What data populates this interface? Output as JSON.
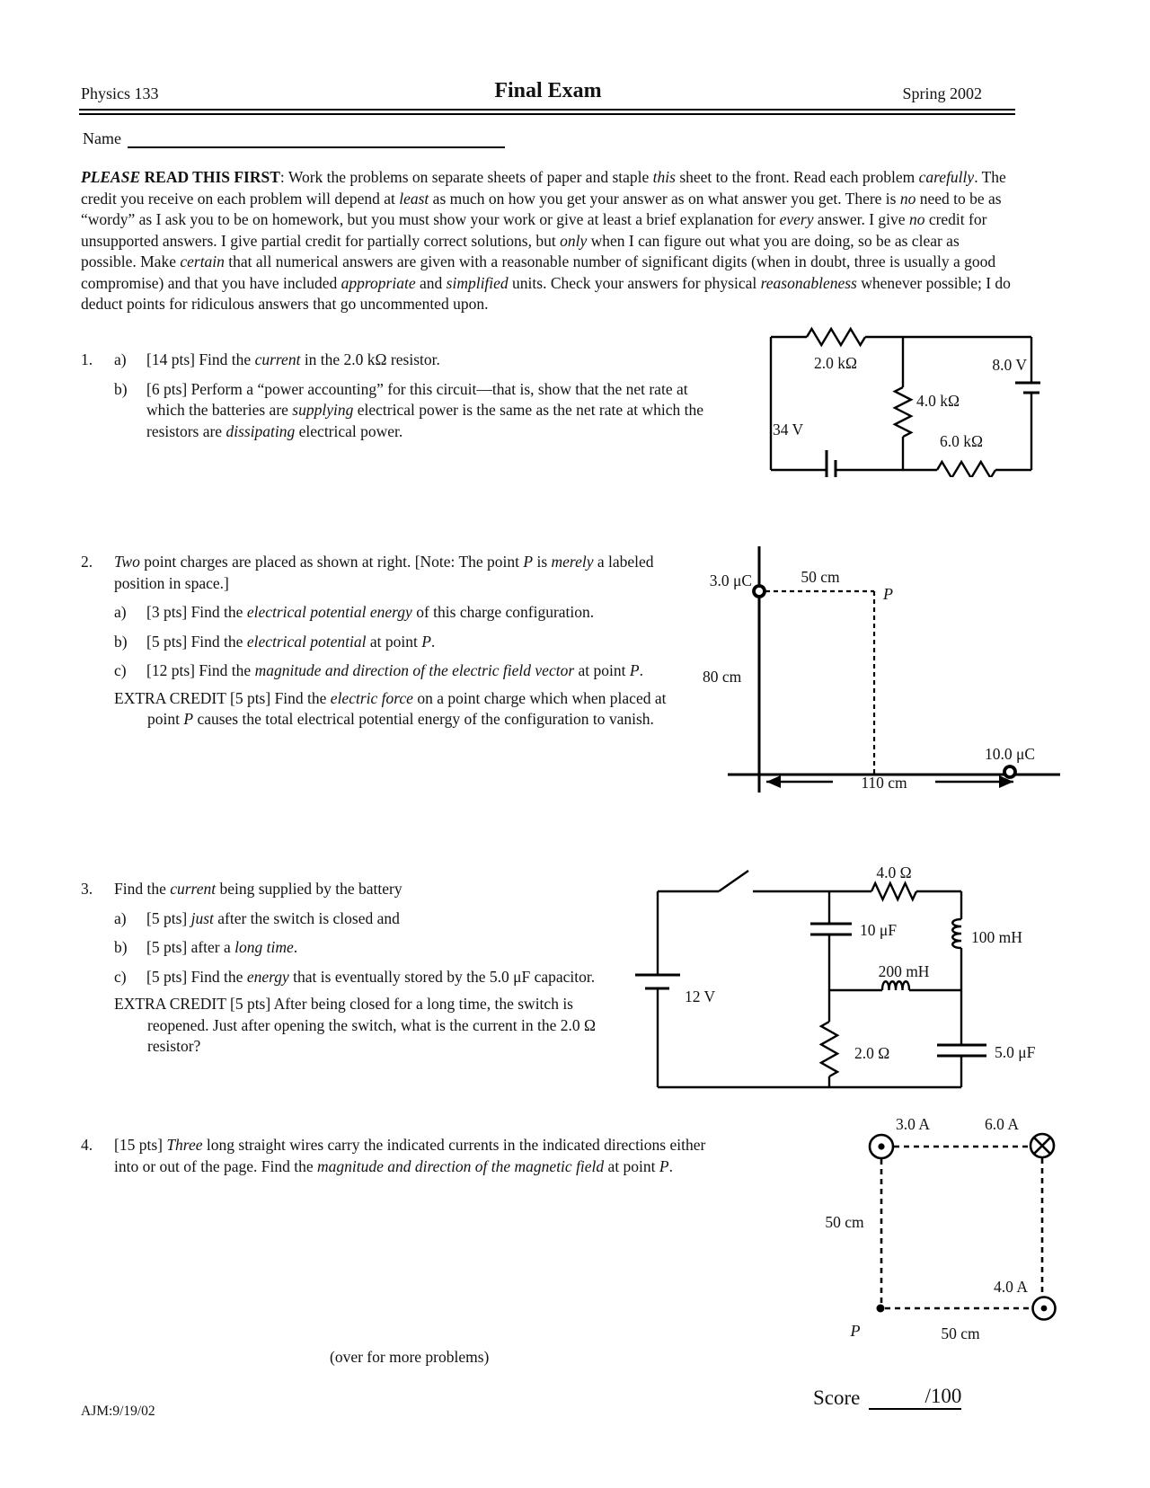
{
  "header": {
    "course": "Physics 133",
    "title": "Final Exam",
    "term": "Spring 2002",
    "name_label": "Name"
  },
  "intro": {
    "runs": [
      {
        "t": "PLEASE",
        "b": true,
        "i": true
      },
      {
        "t": " READ THIS FIRST",
        "b": true
      },
      {
        "t": ": Work the problems on separate sheets of paper and staple "
      },
      {
        "t": "this",
        "i": true
      },
      {
        "t": " sheet to the front.  Read each problem "
      },
      {
        "t": "carefully",
        "i": true
      },
      {
        "t": ".  The credit you receive on each problem will depend at "
      },
      {
        "t": "least",
        "i": true
      },
      {
        "t": " as much on how you get your answer as on what answer you get.  There is "
      },
      {
        "t": "no",
        "i": true
      },
      {
        "t": " need to be as “wordy” as I ask you to be on homework, but you must show your work or give at least a brief explanation for "
      },
      {
        "t": "every",
        "i": true
      },
      {
        "t": " answer.  I give "
      },
      {
        "t": "no",
        "i": true
      },
      {
        "t": " credit for unsupported answers.  I give partial credit for partially correct solutions, but "
      },
      {
        "t": "only",
        "i": true
      },
      {
        "t": " when I can figure out what you are doing, so be as clear as possible.  Make "
      },
      {
        "t": "certain",
        "i": true
      },
      {
        "t": " that all numerical answers are given with a reasonable number of significant digits (when in doubt, three is usually a good compromise) and that you have included "
      },
      {
        "t": "appropriate",
        "i": true
      },
      {
        "t": " and "
      },
      {
        "t": "simplified",
        "i": true
      },
      {
        "t": " units.  Check your answers for physical "
      },
      {
        "t": "reasonableness",
        "i": true
      },
      {
        "t": " whenever possible; I do deduct points for ridiculous answers that go uncommented upon."
      }
    ]
  },
  "problems": {
    "p1": {
      "num": "1.",
      "a_label": "a)",
      "a_runs": [
        {
          "t": "[14 pts] Find the "
        },
        {
          "t": "current",
          "i": true
        },
        {
          "t": " in the 2.0 kΩ resistor."
        }
      ],
      "b_label": "b)",
      "b_runs": [
        {
          "t": "[6 pts] Perform a “power accounting” for this circuit—that is, show that the net rate at which the batteries are "
        },
        {
          "t": "supplying",
          "i": true
        },
        {
          "t": " electrical power is the same as the net rate at which the resistors are "
        },
        {
          "t": "dissipating",
          "i": true
        },
        {
          "t": " electrical power."
        }
      ]
    },
    "p2": {
      "num": "2.",
      "intro_runs": [
        {
          "t": "Two",
          "i": true
        },
        {
          "t": " point charges are placed as shown at right.  [Note: The point "
        },
        {
          "t": "P",
          "i": true
        },
        {
          "t": " is "
        },
        {
          "t": "merely",
          "i": true
        },
        {
          "t": " a labeled position in space.]"
        }
      ],
      "a_label": "a)",
      "a_runs": [
        {
          "t": "[3 pts] Find the "
        },
        {
          "t": "electrical potential energy",
          "i": true
        },
        {
          "t": " of this charge configuration."
        }
      ],
      "b_label": "b)",
      "b_runs": [
        {
          "t": "[5 pts] Find the "
        },
        {
          "t": "electrical potential",
          "i": true
        },
        {
          "t": " at point "
        },
        {
          "t": "P",
          "i": true
        },
        {
          "t": "."
        }
      ],
      "c_label": "c)",
      "c_runs": [
        {
          "t": "[12 pts] Find the "
        },
        {
          "t": "magnitude and direction of the electric field vector",
          "i": true
        },
        {
          "t": " at point "
        },
        {
          "t": "P",
          "i": true
        },
        {
          "t": "."
        }
      ],
      "ec_runs": [
        {
          "t": "EXTRA CREDIT [5 pts] Find the "
        },
        {
          "t": "electric force",
          "i": true
        },
        {
          "t": " on a point charge  which when placed at point "
        },
        {
          "t": "P",
          "i": true
        },
        {
          "t": " causes the total electrical potential energy of the configuration to vanish."
        }
      ]
    },
    "p3": {
      "num": "3.",
      "intro_runs": [
        {
          "t": "Find the "
        },
        {
          "t": "current",
          "i": true
        },
        {
          "t": " being supplied by the battery"
        }
      ],
      "a_label": "a)",
      "a_runs": [
        {
          "t": "[5 pts] "
        },
        {
          "t": "just",
          "i": true
        },
        {
          "t": " after the switch is closed and"
        }
      ],
      "b_label": "b)",
      "b_runs": [
        {
          "t": "[5 pts] after a "
        },
        {
          "t": "long time",
          "i": true
        },
        {
          "t": "."
        }
      ],
      "c_label": "c)",
      "c_runs": [
        {
          "t": "[5 pts] Find the "
        },
        {
          "t": "energy",
          "i": true
        },
        {
          "t": " that is eventually stored by the 5.0 μF capacitor."
        }
      ],
      "ec_runs": [
        {
          "t": "EXTRA CREDIT [5 pts] After being closed for a long time, the switch is reopened.  Just after opening the switch, what is the current in the 2.0 Ω resistor?"
        }
      ]
    },
    "p4": {
      "num": "4.",
      "runs": [
        {
          "t": "[15 pts] "
        },
        {
          "t": "Three",
          "i": true
        },
        {
          "t": " long straight wires carry the indicated currents in the indicated directions either into or out of the page.  Find the "
        },
        {
          "t": "magnitude and direction of the magnetic field",
          "i": true
        },
        {
          "t": " at point "
        },
        {
          "t": "P",
          "i": true
        },
        {
          "t": "."
        }
      ]
    }
  },
  "diagrams": {
    "circuit1": {
      "r_top": "2.0 kΩ",
      "r_mid": "4.0 kΩ",
      "r_bottom": "6.0 kΩ",
      "battery_bottom": "34 V",
      "battery_right": "8.0 V"
    },
    "charges": {
      "q1": "3.0 μC",
      "q2": "10.0 μC",
      "top_dist": "50 cm",
      "left_dist": "80 cm",
      "bottom_dist": "110 cm",
      "point": "P"
    },
    "circuit3": {
      "r1": "4.0 Ω",
      "c1": "10 μF",
      "l1": "100 mH",
      "l2": "200 mH",
      "r2": "2.0 Ω",
      "c2": "5.0 μF",
      "battery": "12 V"
    },
    "wires": {
      "i1": "3.0 A",
      "i2": "6.0 A",
      "i3": "4.0 A",
      "side_dist": "50 cm",
      "bottom_dist": "50 cm",
      "point": "P"
    }
  },
  "footer": {
    "over_note": "(over for more problems)",
    "initials": "AJM:9/19/02",
    "score_label": "Score",
    "score_denominator": "/100"
  }
}
